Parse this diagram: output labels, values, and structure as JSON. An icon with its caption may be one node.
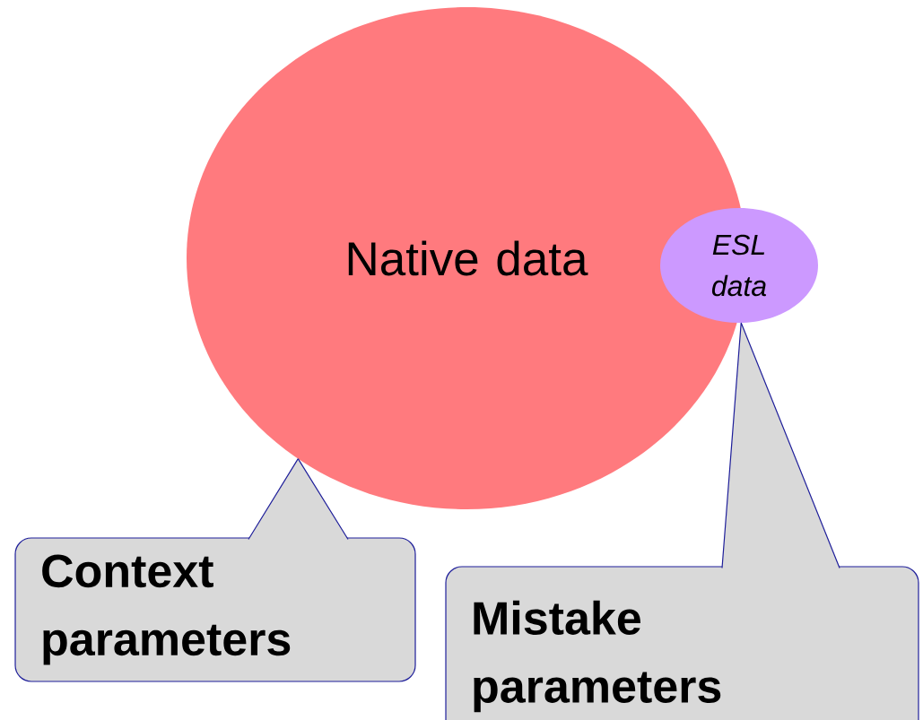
{
  "diagram": {
    "nodes": [
      {
        "text": [
          "Native data"
        ]
      },
      {
        "text": [
          "ESL data"
        ]
      },
      {
        "text": [
          "Context parameters"
        ]
      },
      {
        "text": [
          "Mistake parameters"
        ]
      }
    ],
    "edges": [
      {
        "from": 2,
        "to": 0,
        "arrow": "none"
      },
      {
        "from": 3,
        "to": 1,
        "arrow": "none"
      }
    ]
  }
}
